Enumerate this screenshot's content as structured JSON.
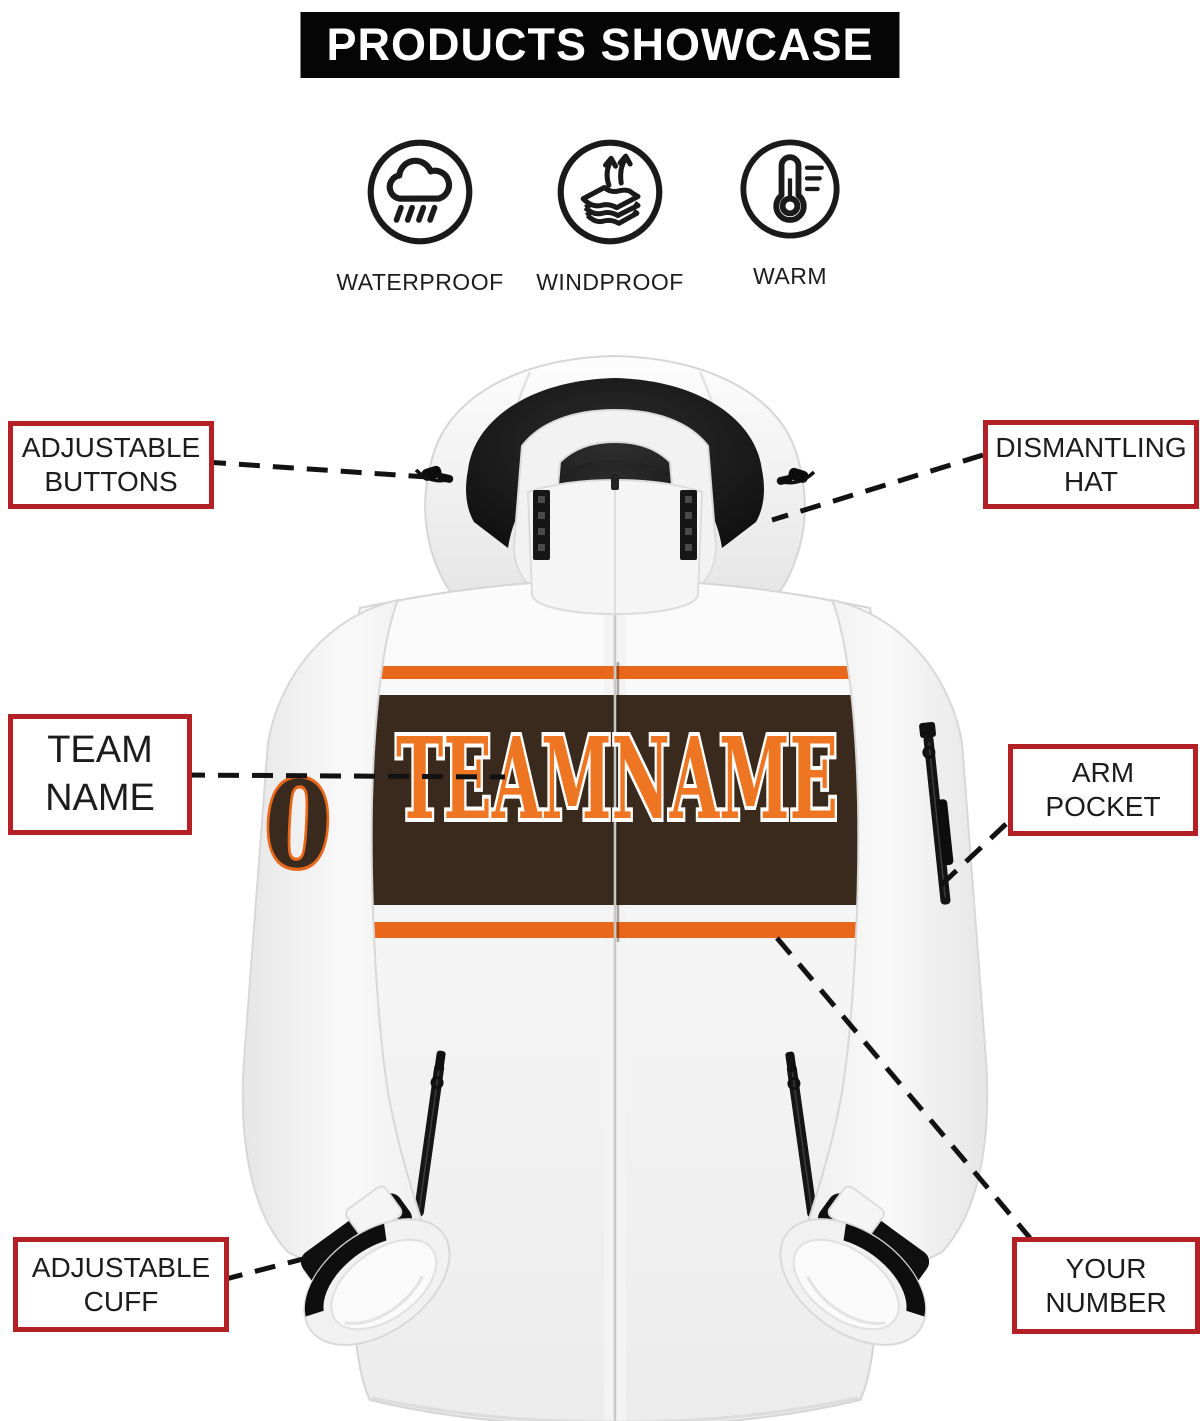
{
  "title": "PRODUCTS SHOWCASE",
  "features": [
    {
      "icon": "waterproof-icon",
      "label": "WATERPROOF"
    },
    {
      "icon": "windproof-icon",
      "label": "WINDPROOF"
    },
    {
      "icon": "warm-icon",
      "label": "WARM"
    }
  ],
  "callouts": {
    "adjustable_buttons": {
      "line1": "ADJUSTABLE",
      "line2": "BUTTONS"
    },
    "dismantling_hat": {
      "line1": "DISMANTLING",
      "line2": "HAT"
    },
    "team_name": {
      "line1": "TEAM",
      "line2": "NAME"
    },
    "arm_pocket": {
      "line1": "ARM",
      "line2": "POCKET"
    },
    "adjustable_cuff": {
      "line1": "ADJUSTABLE",
      "line2": "CUFF"
    },
    "your_number": {
      "line1": "YOUR",
      "line2": "NUMBER"
    }
  },
  "jacket": {
    "team_name": "TEAMNAME",
    "sleeve_number": "0"
  },
  "colors": {
    "title_bg": "#050505",
    "title_text": "#ffffff",
    "callout_border": "#b32025",
    "label_ink": "#1c1c1c",
    "orange": "#e8671b",
    "orange_bright": "#ee7522",
    "brown": "#3a2a1d",
    "black": "#141414"
  }
}
